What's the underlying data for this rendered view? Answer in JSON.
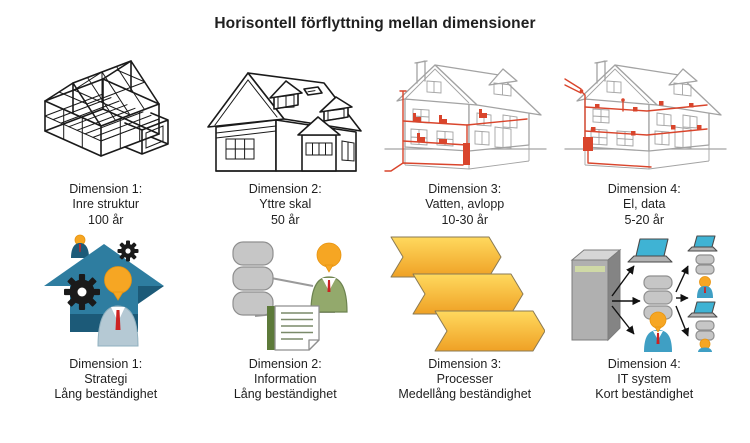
{
  "title": "Horisontell förflyttning mellan dimensioner",
  "colors": {
    "text": "#1f1f1f",
    "line_black": "#1a1a1a",
    "line_gray": "#a3a3a3",
    "pipe_red": "#d9452c",
    "teal": "#2e7da0",
    "teal_dark": "#1c5a78",
    "orange_head": "#f6a623",
    "process_yellow": "#ffd95e",
    "process_orange": "#efa125",
    "green_body": "#93a96c",
    "green_doc": "#5d7a3a",
    "blue_person": "#3f9fc4"
  },
  "top_row": [
    {
      "id": "dim1-top",
      "icon": "timber-frame-house-icon",
      "lines": [
        "Dimension 1:",
        "Inre struktur",
        "100 år"
      ]
    },
    {
      "id": "dim2-top",
      "icon": "house-exterior-icon",
      "lines": [
        "Dimension 2:",
        "Yttre skal",
        "50 år"
      ]
    },
    {
      "id": "dim3-top",
      "icon": "house-plumbing-icon",
      "lines": [
        "Dimension 3:",
        "Vatten, avlopp",
        "10-30 år"
      ]
    },
    {
      "id": "dim4-top",
      "icon": "house-electrical-icon",
      "lines": [
        "Dimension 4:",
        "El, data",
        "5-20 år"
      ]
    }
  ],
  "bottom_row": [
    {
      "id": "dim1-bottom",
      "icon": "strategy-arrow-gears-icon",
      "lines": [
        "Dimension 1:",
        "Strategi",
        "Lång beständighet"
      ]
    },
    {
      "id": "dim2-bottom",
      "icon": "information-flow-icon",
      "lines": [
        "Dimension 2:",
        "Information",
        "Lång beständighet"
      ]
    },
    {
      "id": "dim3-bottom",
      "icon": "process-chevrons-icon",
      "lines": [
        "Dimension 3:",
        "Processer",
        "Medellång beständighet"
      ]
    },
    {
      "id": "dim4-bottom",
      "icon": "it-system-network-icon",
      "lines": [
        "Dimension 4:",
        "IT system",
        "Kort beständighet"
      ]
    }
  ]
}
